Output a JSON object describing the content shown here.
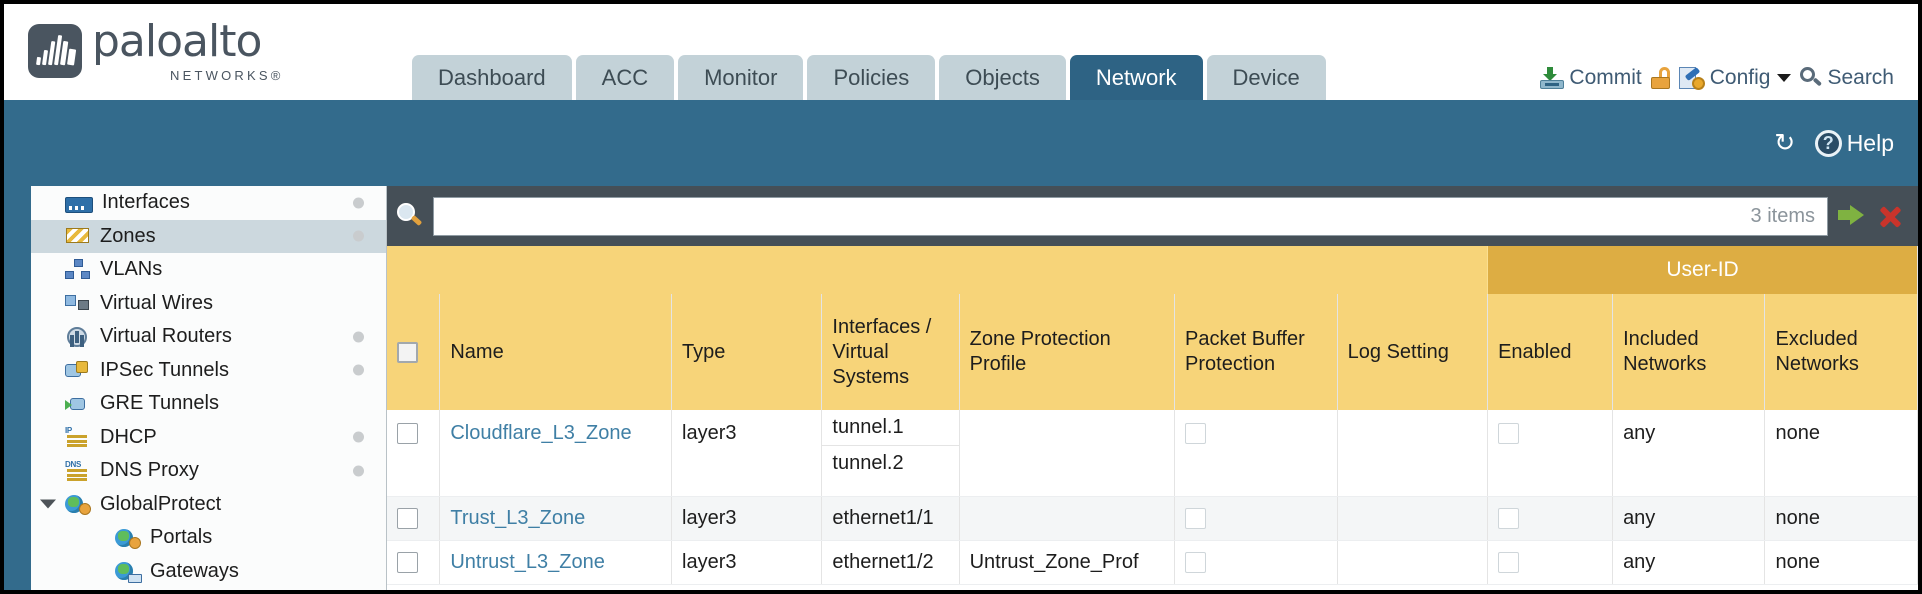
{
  "brand": {
    "name": "paloalto",
    "tagline": "NETWORKS",
    "registered": "®"
  },
  "nav": {
    "tabs": [
      {
        "label": "Dashboard",
        "active": false
      },
      {
        "label": "ACC",
        "active": false
      },
      {
        "label": "Monitor",
        "active": false
      },
      {
        "label": "Policies",
        "active": false
      },
      {
        "label": "Objects",
        "active": false
      },
      {
        "label": "Network",
        "active": true
      },
      {
        "label": "Device",
        "active": false
      }
    ]
  },
  "header_actions": {
    "commit": "Commit",
    "lock_icon": "padlock-icon",
    "config": "Config",
    "config_caret": "chevron-down-icon",
    "search": "Search"
  },
  "blue_bar": {
    "refresh_icon": "refresh-icon",
    "help": "Help",
    "help_icon": "question-mark-icon"
  },
  "sidebar": {
    "items": [
      {
        "label": "Interfaces",
        "icon": "interfaces-icon",
        "dot": true,
        "selected": false,
        "child": false,
        "caret": false
      },
      {
        "label": "Zones",
        "icon": "zones-icon",
        "dot": true,
        "selected": true,
        "child": false,
        "caret": false
      },
      {
        "label": "VLANs",
        "icon": "vlans-icon",
        "dot": false,
        "selected": false,
        "child": false,
        "caret": false
      },
      {
        "label": "Virtual Wires",
        "icon": "virtual-wires-icon",
        "dot": false,
        "selected": false,
        "child": false,
        "caret": false
      },
      {
        "label": "Virtual Routers",
        "icon": "virtual-routers-icon",
        "dot": true,
        "selected": false,
        "child": false,
        "caret": false
      },
      {
        "label": "IPSec Tunnels",
        "icon": "ipsec-tunnels-icon",
        "dot": true,
        "selected": false,
        "child": false,
        "caret": false
      },
      {
        "label": "GRE Tunnels",
        "icon": "gre-tunnels-icon",
        "dot": false,
        "selected": false,
        "child": false,
        "caret": false
      },
      {
        "label": "DHCP",
        "icon": "dhcp-icon",
        "dot": true,
        "selected": false,
        "child": false,
        "caret": false,
        "badge": "IP"
      },
      {
        "label": "DNS Proxy",
        "icon": "dns-proxy-icon",
        "dot": true,
        "selected": false,
        "child": false,
        "caret": false,
        "badge": "DNS"
      },
      {
        "label": "GlobalProtect",
        "icon": "globalprotect-icon",
        "dot": false,
        "selected": false,
        "child": false,
        "caret": true
      },
      {
        "label": "Portals",
        "icon": "portals-icon",
        "dot": false,
        "selected": false,
        "child": true,
        "caret": false
      },
      {
        "label": "Gateways",
        "icon": "gateways-icon",
        "dot": false,
        "selected": false,
        "child": true,
        "caret": false
      }
    ]
  },
  "search": {
    "icon": "search-icon",
    "value": "",
    "placeholder": "",
    "item_count": "3 items",
    "apply_icon": "green-arrow-icon",
    "clear_icon": "red-x-icon"
  },
  "table": {
    "group_header": {
      "user_id": "User-ID"
    },
    "columns": [
      "Name",
      "Type",
      "Interfaces / Virtual Systems",
      "Zone Protection Profile",
      "Packet Buffer Protection",
      "Log Setting",
      "Enabled",
      "Included Networks",
      "Excluded Networks"
    ],
    "column_lines": {
      "interfaces": [
        "Interfaces /",
        "Virtual",
        "Systems"
      ],
      "zone_protection": [
        "Zone Protection",
        "Profile"
      ],
      "packet_buffer": [
        "Packet Buffer",
        "Protection"
      ],
      "included": [
        "Included",
        "Networks"
      ],
      "excluded": [
        "Excluded",
        "Networks"
      ]
    },
    "rows": [
      {
        "selected": false,
        "name": "Cloudflare_L3_Zone",
        "type": "layer3",
        "interfaces": [
          "tunnel.1",
          "tunnel.2"
        ],
        "zone_protection_profile": "",
        "packet_buffer_protection": false,
        "log_setting": "",
        "user_id_enabled": false,
        "included_networks": "any",
        "excluded_networks": "none"
      },
      {
        "selected": false,
        "name": "Trust_L3_Zone",
        "type": "layer3",
        "interfaces": [
          "ethernet1/1"
        ],
        "zone_protection_profile": "",
        "packet_buffer_protection": false,
        "log_setting": "",
        "user_id_enabled": false,
        "included_networks": "any",
        "excluded_networks": "none"
      },
      {
        "selected": false,
        "name": "Untrust_L3_Zone",
        "type": "layer3",
        "interfaces": [
          "ethernet1/2"
        ],
        "zone_protection_profile": "Untrust_Zone_Prof",
        "packet_buffer_protection": false,
        "log_setting": "",
        "user_id_enabled": false,
        "included_networks": "any",
        "excluded_networks": "none"
      }
    ]
  },
  "colors": {
    "brand_slate": "#4a5560",
    "tab_inactive": "#c3d2d8",
    "tab_active": "#2e6384",
    "blue_band": "#336b8c",
    "toolbar_dark": "#454f57",
    "table_header": "#f7d479",
    "table_group_header": "#ddad43",
    "link": "#3f7fa5",
    "row_alt": "#f4f6f7",
    "sidebar_selected": "#ccd8de"
  }
}
